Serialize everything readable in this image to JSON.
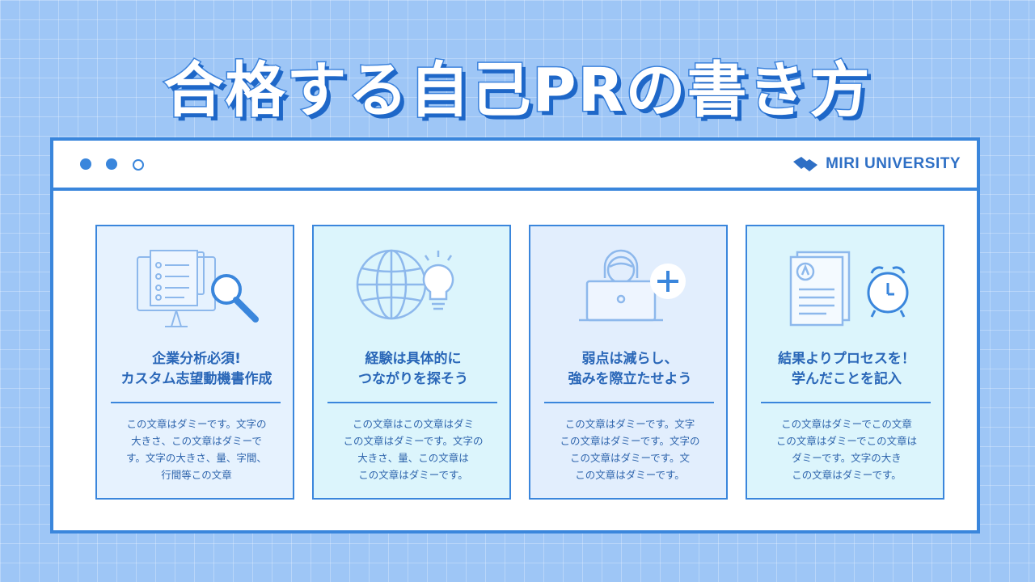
{
  "headline": "合格する自己PRの書き方",
  "brand": {
    "name": "MIRI UNIVERSITY"
  },
  "colors": {
    "accent": "#3a86dc",
    "background": "#9ec6f6"
  },
  "cards": [
    {
      "icon": "document-search-icon",
      "title_line1": "企業分析必須!",
      "title_line2": "カスタム志望動機書作成",
      "body": [
        "この文章はダミーです。文字の",
        "大きさ、この文章はダミーで",
        "す。文字の大きさ、量、字間、",
        "行間等この文章"
      ]
    },
    {
      "icon": "globe-lightbulb-icon",
      "title_line1": "経験は具体的に",
      "title_line2": "つながりを探そう",
      "body": [
        "この文章はこの文章はダミ",
        "この文章はダミーです。文字の",
        "大きさ、量、この文章は",
        "この文章はダミーです。"
      ]
    },
    {
      "icon": "laptop-person-plus-icon",
      "title_line1": "弱点は減らし、",
      "title_line2": "強みを際立たせよう",
      "body": [
        "この文章はダミーです。文字",
        "この文章はダミーです。文字の",
        "この文章はダミーです。文",
        "この文章はダミーです。"
      ]
    },
    {
      "icon": "report-clock-icon",
      "title_line1": "結果よりプロセスを！",
      "title_line2": "学んだことを記入",
      "body": [
        "この文章はダミーでこの文章",
        "この文章はダミーでこの文章は",
        "ダミーです。文字の大き",
        "この文章はダミーです。"
      ]
    }
  ]
}
